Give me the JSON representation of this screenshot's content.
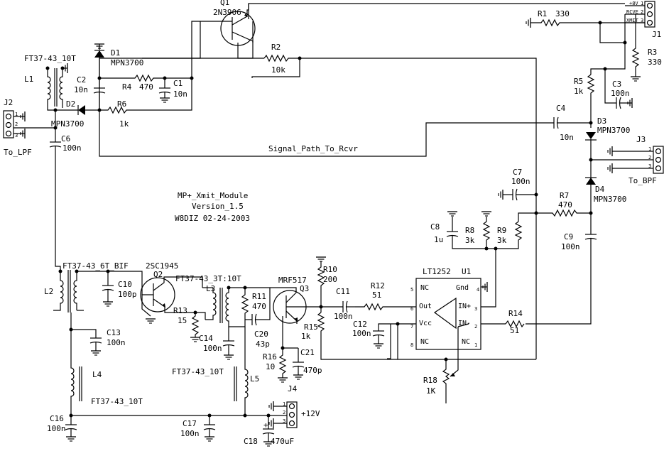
{
  "title": {
    "line1": "MP+_Xmit_Module",
    "line2": "Version_1.5",
    "line3": "W8DIZ  02-24-2003"
  },
  "signal_label": "Signal_Path_To_Rcvr",
  "connectors": {
    "J1": {
      "ref": "J1",
      "pins": [
        "+8V",
        "RCVE",
        "XMIT"
      ],
      "nums": [
        "1",
        "2",
        "3"
      ]
    },
    "J2": {
      "ref": "J2",
      "label": "To_LPF",
      "nums": [
        "1",
        "2",
        "3"
      ]
    },
    "J3": {
      "ref": "J3",
      "label": "To_BPF",
      "nums": [
        "1",
        "2",
        "3"
      ]
    },
    "J4": {
      "ref": "J4",
      "label": "+12V",
      "nums": [
        "1",
        "2",
        "3"
      ]
    }
  },
  "parts": {
    "Q1": {
      "ref": "Q1",
      "value": "2N3906"
    },
    "Q2": {
      "ref": "Q2",
      "value": "2SC1945"
    },
    "Q3": {
      "ref": "Q3",
      "value": "MRF517"
    },
    "U1": {
      "ref": "U1",
      "value": "LT1252"
    },
    "R1": {
      "ref": "R1",
      "value": "330"
    },
    "R2": {
      "ref": "R2",
      "value": "10k"
    },
    "R3": {
      "ref": "R3",
      "value": "330"
    },
    "R4": {
      "ref": "R4",
      "value": "470"
    },
    "R5": {
      "ref": "R5",
      "value": "1k"
    },
    "R6": {
      "ref": "R6",
      "value": "1k"
    },
    "R7": {
      "ref": "R7",
      "value": "470"
    },
    "R8": {
      "ref": "R8",
      "value": "3k"
    },
    "R9": {
      "ref": "R9",
      "value": "3k"
    },
    "R10": {
      "ref": "R10",
      "value": "200"
    },
    "R11": {
      "ref": "R11",
      "value": "470"
    },
    "R12": {
      "ref": "R12",
      "value": "51"
    },
    "R13": {
      "ref": "R13",
      "value": "15"
    },
    "R14": {
      "ref": "R14",
      "value": "51"
    },
    "R15": {
      "ref": "R15",
      "value": "1k"
    },
    "R16": {
      "ref": "R16",
      "value": "10"
    },
    "R18": {
      "ref": "R18",
      "value": "1K"
    },
    "C1": {
      "ref": "C1",
      "value": "10n"
    },
    "C2": {
      "ref": "C2",
      "value": "10n"
    },
    "C3": {
      "ref": "C3",
      "value": "100n"
    },
    "C4": {
      "ref": "C4",
      "value": "10n"
    },
    "C6": {
      "ref": "C6",
      "value": "100n"
    },
    "C7": {
      "ref": "C7",
      "value": "100n"
    },
    "C8": {
      "ref": "C8",
      "value": "1u"
    },
    "C9": {
      "ref": "C9",
      "value": "100n"
    },
    "C10": {
      "ref": "C10",
      "value": "100p"
    },
    "C11": {
      "ref": "C11",
      "value": "100n"
    },
    "C12": {
      "ref": "C12",
      "value": "100n"
    },
    "C13": {
      "ref": "C13",
      "value": "100n"
    },
    "C14": {
      "ref": "C14",
      "value": "100n"
    },
    "C16": {
      "ref": "C16",
      "value": "100n"
    },
    "C17": {
      "ref": "C17",
      "value": "100n"
    },
    "C18": {
      "ref": "C18",
      "value": "470uF"
    },
    "C20": {
      "ref": "C20",
      "value": "43p"
    },
    "C21": {
      "ref": "C21",
      "value": "470p"
    },
    "D1": {
      "ref": "D1",
      "value": "MPN3700"
    },
    "D2": {
      "ref": "D2",
      "value": "MPN3700"
    },
    "D3": {
      "ref": "D3",
      "value": "MPN3700"
    },
    "D4": {
      "ref": "D4",
      "value": "MPN3700"
    },
    "L1": {
      "ref": "L1",
      "value": "FT37-43_10T"
    },
    "L2": {
      "ref": "L2",
      "value": "FT37-43_6T_BIF"
    },
    "L3": {
      "ref": "L3",
      "value": "FT37-43_3T:10T"
    },
    "L4": {
      "ref": "L4",
      "value": "FT37-43_10T"
    },
    "L5": {
      "ref": "L5",
      "value": "FT37-43_10T"
    }
  },
  "u1_pins": {
    "nc5": "NC",
    "gnd": "Gnd",
    "out": "Out",
    "inp": "IN+",
    "vcc": "Vcc",
    "inn": "IN-",
    "nc8": "NC",
    "nc1": "NC",
    "n5": "5",
    "n4": "4",
    "n6": "6",
    "n3": "3",
    "n7": "7",
    "n2": "2",
    "n8": "8",
    "n1": "1"
  },
  "polarity": {
    "c18": "+"
  }
}
